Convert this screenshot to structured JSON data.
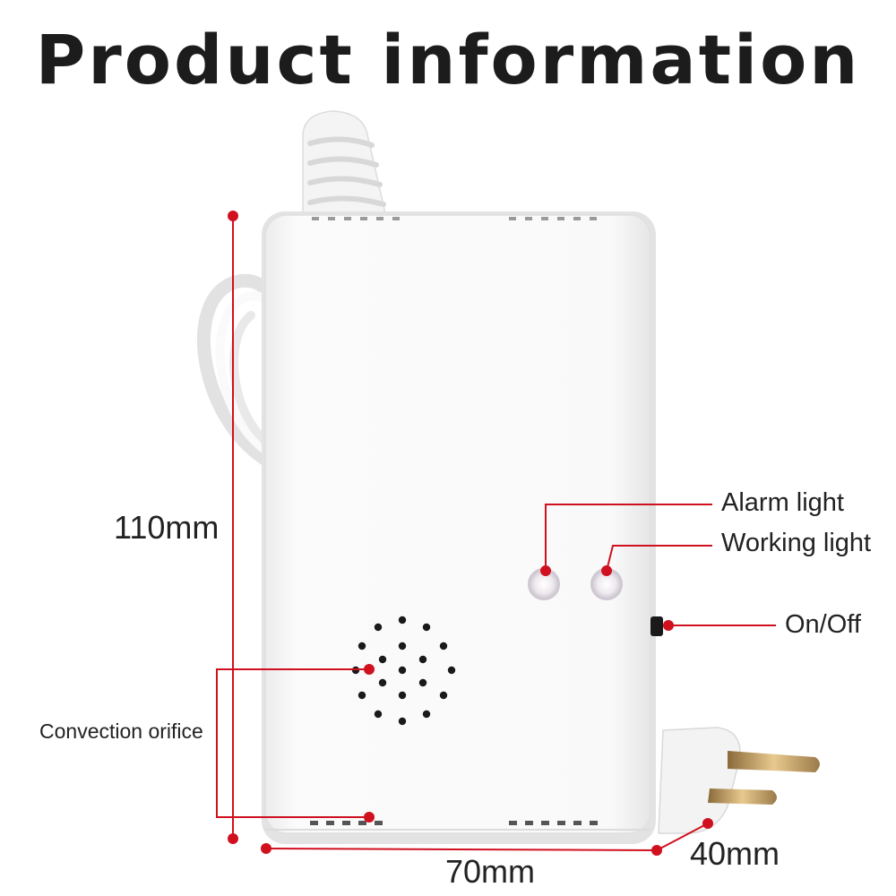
{
  "title": "Product information",
  "dimensions": {
    "height": "110mm",
    "width": "70mm",
    "depth": "40mm"
  },
  "callouts": {
    "alarm_light": "Alarm light",
    "working_light": "Working light",
    "on_off": "On/Off",
    "convection_orifice": "Convection orifice"
  },
  "colors": {
    "accent": "#d0101f",
    "device_body": "#f7f7f7"
  }
}
